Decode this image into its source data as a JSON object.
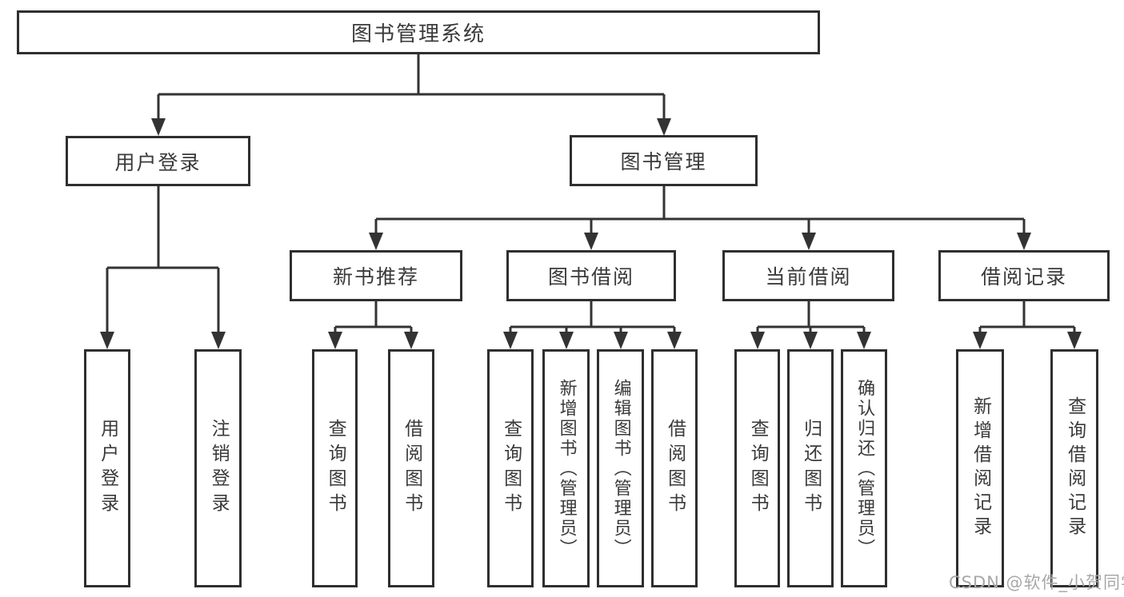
{
  "colors": {
    "line": "#333333",
    "box_border": "#2f2f2f",
    "box_bg": "#ffffff",
    "text": "#3a3a3a",
    "watermark": "#a8a8a8",
    "background": "#ffffff"
  },
  "tree": {
    "root": {
      "label": "图书管理系统"
    },
    "branches": [
      {
        "label": "用户登录",
        "children": [
          {
            "label": "用户登录"
          },
          {
            "label": "注销登录"
          }
        ]
      },
      {
        "label": "图书管理",
        "children": [
          {
            "label": "新书推荐",
            "children": [
              {
                "label": "查询图书"
              },
              {
                "label": "借阅图书"
              }
            ]
          },
          {
            "label": "图书借阅",
            "children": [
              {
                "label": "查询图书"
              },
              {
                "label": "新增图书（管理员）"
              },
              {
                "label": "编辑图书（管理员）"
              },
              {
                "label": "借阅图书"
              }
            ]
          },
          {
            "label": "当前借阅",
            "children": [
              {
                "label": "查询图书"
              },
              {
                "label": "归还图书"
              },
              {
                "label": "确认归还（管理员）"
              }
            ]
          },
          {
            "label": "借阅记录",
            "children": [
              {
                "label": "新增借阅记录"
              },
              {
                "label": "查询借阅记录"
              }
            ]
          }
        ]
      }
    ]
  },
  "watermark": {
    "text": "CSDN @软件_小贺同学"
  }
}
